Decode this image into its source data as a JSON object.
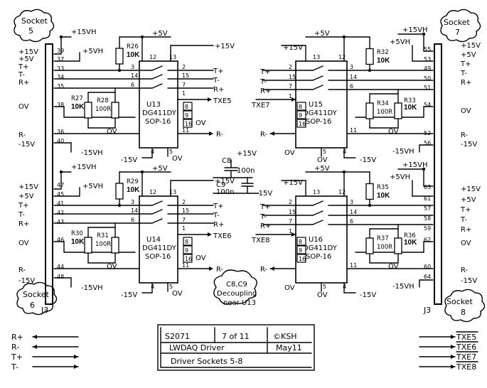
{
  "sockets": [
    {
      "label": "Socket 5",
      "lines": [
        "Socket",
        "5"
      ]
    },
    {
      "label": "Socket 6",
      "lines": [
        "Socket",
        "6"
      ]
    },
    {
      "label": "Socket 7",
      "lines": [
        "Socket",
        "7"
      ]
    },
    {
      "label": "Socket 8",
      "lines": [
        "Socket",
        "8"
      ]
    }
  ],
  "connector": "J3",
  "supplies": {
    "p15vh": "+15VH",
    "m15vh": "-15VH",
    "p5vh": "+5VH",
    "p5v": "+5V",
    "p15v": "+15V",
    "m15v": "-15V",
    "ov": "OV"
  },
  "signals": {
    "tp": "T+",
    "tm": "T-",
    "rp": "R+",
    "rm": "R-"
  },
  "rail_labels": [
    "+15V",
    "+5V",
    "T+",
    "T-",
    "R+",
    "OV",
    "R-",
    "-15V"
  ],
  "txe": {
    "txe5": "TXE5",
    "txe6": "TXE6",
    "txe7": "TXE7",
    "txe8": "TXE8"
  },
  "chips": [
    {
      "ref": "U13",
      "part": "DG411DY",
      "pkg": "SOP-16",
      "pins": [
        "3",
        "14",
        "6",
        "12",
        "13",
        "2",
        "15",
        "7",
        "1",
        "8",
        "9",
        "16",
        "4",
        "11",
        "5"
      ]
    },
    {
      "ref": "U14",
      "part": "DG411DY",
      "pkg": "SOP-16",
      "pins": [
        "3",
        "14",
        "6",
        "12",
        "13",
        "2",
        "15",
        "7",
        "1",
        "8",
        "9",
        "16",
        "4",
        "11",
        "5"
      ]
    },
    {
      "ref": "U15",
      "part": "DG411DY",
      "pkg": "SOP-16",
      "pins": [
        "2",
        "15",
        "7",
        "13",
        "12",
        "3",
        "14",
        "6",
        "1",
        "8",
        "9",
        "16",
        "5",
        "11",
        "4"
      ]
    },
    {
      "ref": "U16",
      "part": "DG411DY",
      "pkg": "SOP-16",
      "pins": [
        "2",
        "15",
        "7",
        "13",
        "12",
        "3",
        "14",
        "6",
        "1",
        "8",
        "9",
        "16",
        "5",
        "11",
        "4"
      ]
    }
  ],
  "resistors": {
    "r26": {
      "ref": "R26",
      "value": "10K"
    },
    "r27": {
      "ref": "R27",
      "value": "10K"
    },
    "r28": {
      "ref": "R28",
      "value": "100R"
    },
    "r29": {
      "ref": "R29",
      "value": "10K"
    },
    "r30": {
      "ref": "R30",
      "value": "10K"
    },
    "r31": {
      "ref": "R31",
      "value": "100R"
    },
    "r32": {
      "ref": "R32",
      "value": "10K"
    },
    "r33": {
      "ref": "R33",
      "value": "10K"
    },
    "r34": {
      "ref": "R34",
      "value": "100R"
    },
    "r35": {
      "ref": "R35",
      "value": "10K"
    },
    "r36": {
      "ref": "R36",
      "value": "10K"
    },
    "r37": {
      "ref": "R37",
      "value": "100R"
    }
  },
  "capacitors": {
    "c8": {
      "ref": "C8",
      "value": "100n"
    },
    "c9": {
      "ref": "C9",
      "value": "100n"
    }
  },
  "note": {
    "lines": [
      "C8,C9",
      "Decoupling",
      "near U13"
    ]
  },
  "pins_s5": [
    "39",
    "37",
    "33",
    "34",
    "35",
    "38",
    "36",
    "40"
  ],
  "pins_s6": [
    "47",
    "45",
    "41",
    "42",
    "43",
    "46",
    "44",
    "48"
  ],
  "pins_s7": [
    "55",
    "53",
    "49",
    "50",
    "51",
    "54",
    "52",
    "56"
  ],
  "pins_s8": [
    "63",
    "61",
    "57",
    "58",
    "59",
    "62",
    "60",
    "64"
  ],
  "title_block": {
    "number": "S2071",
    "sheet": "7 of 11",
    "copyright": "©KSH",
    "date": "May11",
    "project": "LWDAQ Driver",
    "title": "Driver Sockets 5-8"
  },
  "legend_left": [
    "R+",
    "R-",
    "T+",
    "T-"
  ],
  "legend_right": [
    "TXE5",
    "TXE6",
    "TXE7",
    "TXE8"
  ]
}
